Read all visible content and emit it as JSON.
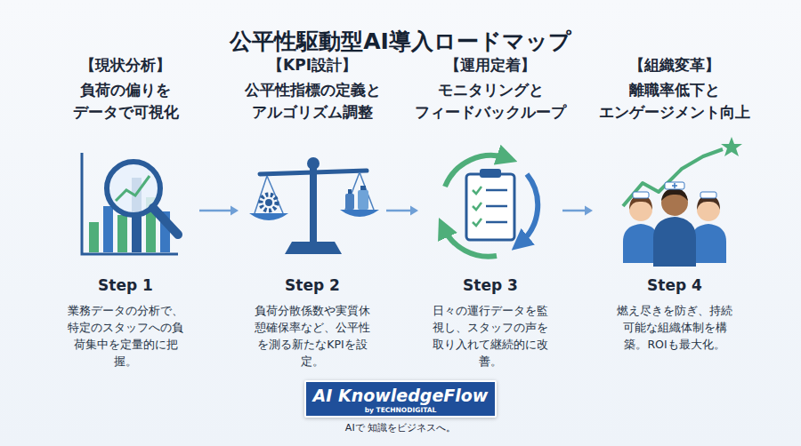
{
  "diagram": {
    "title": "公平性駆動型AI導入ロードマップ",
    "nodes": [
      {
        "text": [
          "【現状分析】",
          "負荷の偏りを データで可視化",
          "Step 1",
          "業務データの分析で、特定のスタッフへの負荷集中を定量的に把握。"
        ]
      },
      {
        "text": [
          "【KPI設計】",
          "公平性指標の定義と アルゴリズム調整",
          "Step 2",
          "負荷分散係数や実質休憩確保率など、公平性を測る新たなKPIを設定。"
        ]
      },
      {
        "text": [
          "【運用定着】",
          "モニタリングと フィードバックループ",
          "Step 3",
          "日々の運行データを監視し、スタッフの声を取り入れて継続的に改善。"
        ]
      },
      {
        "text": [
          "【組織変革】",
          "離職率低下と エンゲージメント向上",
          "Step 4",
          "燃え尽きを防ぎ、持続可能な組織体制を構築。ROIも最大化。"
        ]
      },
      {
        "text": [
          "AI KnowledgeFlow",
          "by TECHNODIGITAL"
        ]
      }
    ],
    "edges": [
      {
        "from": 0,
        "to": 1,
        "arrow": "to"
      },
      {
        "from": 1,
        "to": 2,
        "arrow": "to"
      },
      {
        "from": 2,
        "to": 3,
        "arrow": "to"
      }
    ],
    "labels": [
      "AIで 知識をビジネスへ。"
    ]
  }
}
